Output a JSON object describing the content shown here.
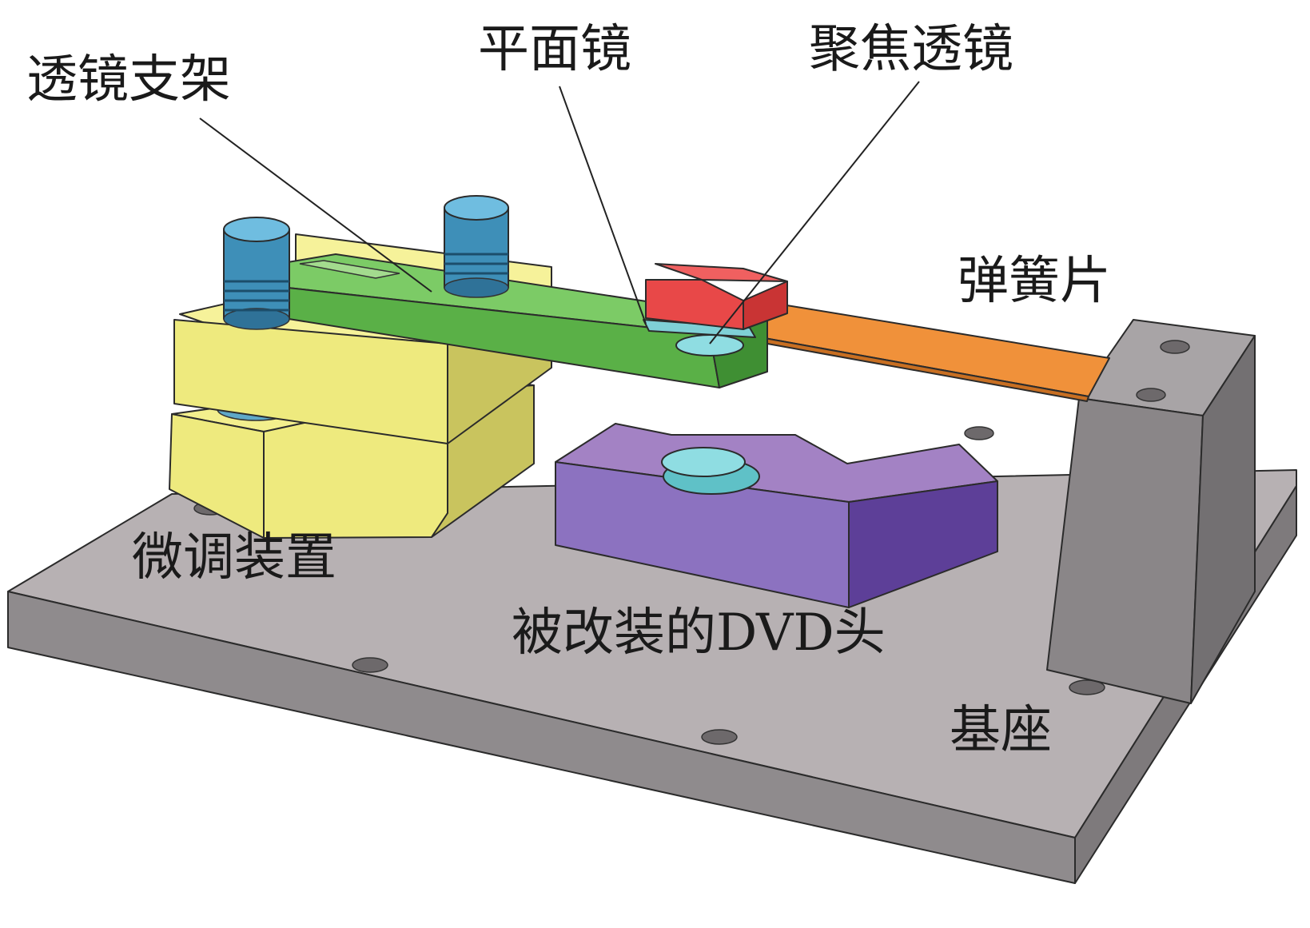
{
  "labels": {
    "lens_holder": "透镜支架",
    "plane_mirror": "平面镜",
    "focusing_lens": "聚焦透镜",
    "spring_leaf": "弹簧片",
    "fine_adjust": "微调装置",
    "dvd_head": "被改装的DVD头",
    "base": "基座"
  },
  "colors": {
    "base_top": "#b7b1b3",
    "base_side": "#8f8b8d",
    "adjuster": "#eeea7e",
    "adjuster_shade": "#c9c45e",
    "screw": "#3e8fb8",
    "lens_holder": "#6fc05a",
    "mirror": "#e84848",
    "lens": "#7fd0d6",
    "spring": "#f0913a",
    "dvd_head": "#8c72c0",
    "post": "#9a9698"
  }
}
